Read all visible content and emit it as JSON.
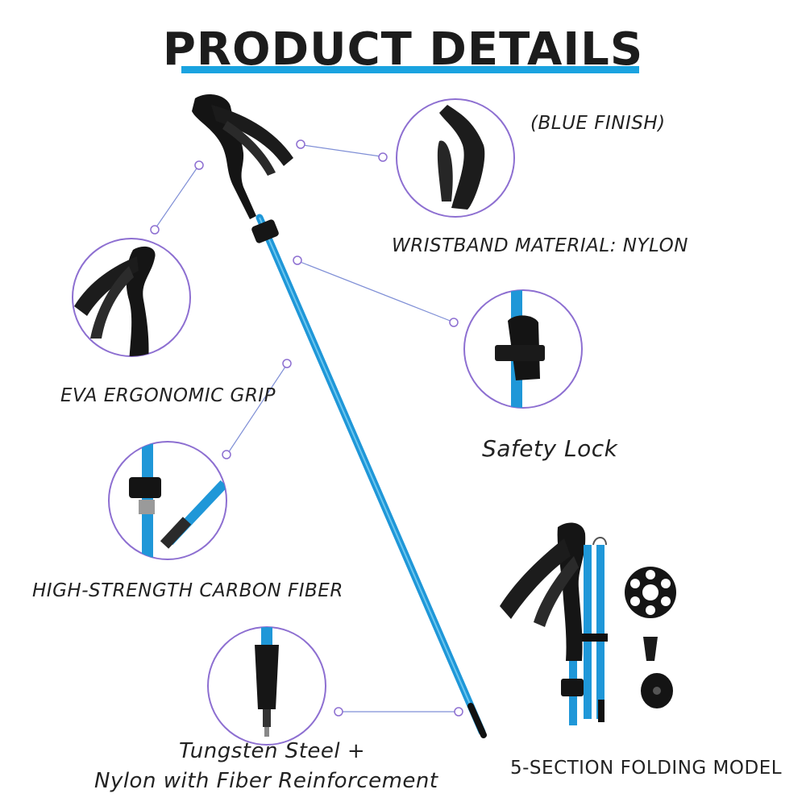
{
  "title": "PRODUCT DETAILS",
  "colors": {
    "accent": "#1aa3e0",
    "pole_blue": "#1f97d8",
    "ring": "#8d6fd1",
    "grip": "#111111"
  },
  "callouts": {
    "blue_finish": "(BLUE FINISH)",
    "wristband": "WRISTBAND MATERIAL: NYLON",
    "grip": "EVA ERGONOMIC GRIP",
    "safety_lock": "Safety Lock",
    "carbon": "HIGH-STRENGTH CARBON FIBER",
    "tip_line1": "Tungsten Steel +",
    "tip_line2": "Nylon with Fiber Reinforcement",
    "folding": "5-SECTION FOLDING MODEL"
  }
}
